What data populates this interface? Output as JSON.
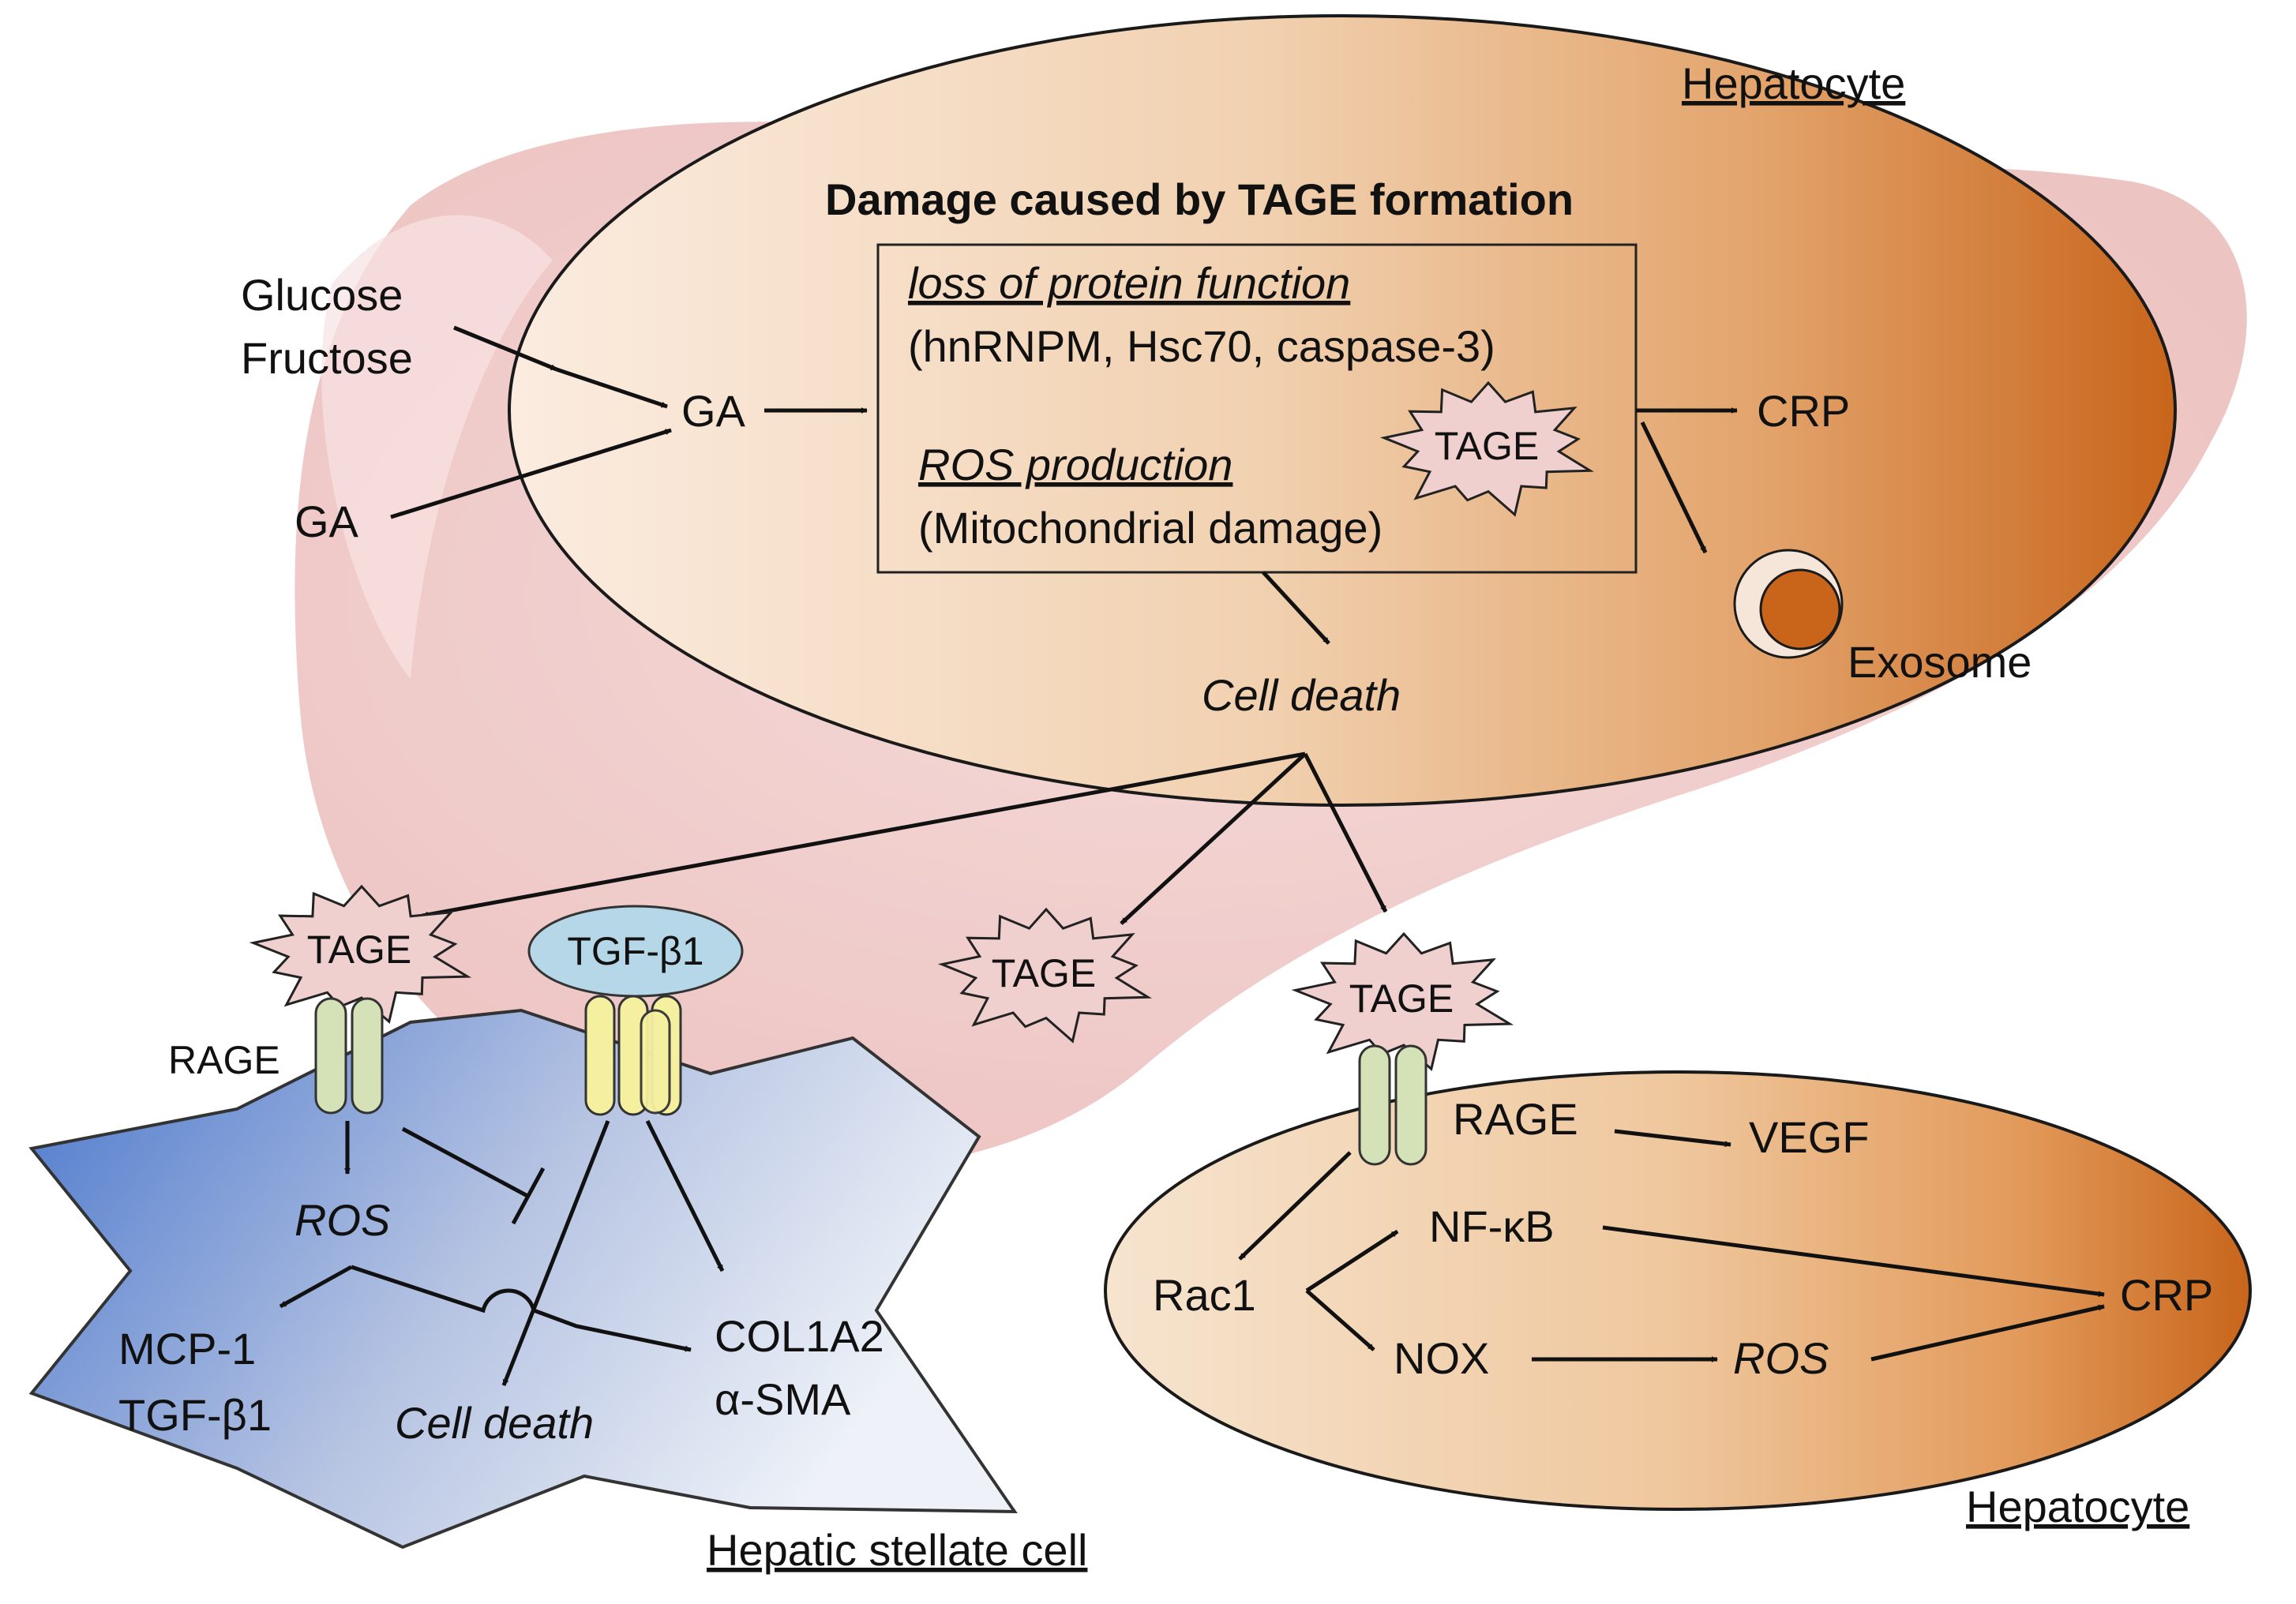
{
  "title": "Damage caused by TAGE formation",
  "colors": {
    "hepatocyte_dark": "#c8651b",
    "hepatocyte_light": "#f7e0c8",
    "stellate_dark": "#4a77cc",
    "stellate_light": "#e8edf5",
    "liver_background": "#e8b1ae",
    "tage_fill": "#f0cfcf",
    "receptor_fill": "#d5e2b8",
    "tgf_receptor_fill": "#f5f0a0",
    "tgf_ligand_fill": "#b6d7e7"
  },
  "top_cell": {
    "label": "Hepatocyte",
    "inputs": {
      "glucose": "Glucose",
      "fructose": "Fructose",
      "ga_external": "GA",
      "ga_internal": "GA"
    },
    "box": {
      "protein_heading": "loss of protein function",
      "protein_detail": "(hnRNPM, Hsc70, caspase-3)",
      "ros_heading": "ROS production",
      "ros_detail": "(Mitochondrial damage)",
      "tage": "TAGE"
    },
    "crp": "CRP",
    "exosome": "Exosome",
    "cell_death": "Cell death"
  },
  "released_tage": "TAGE",
  "stellate_cell": {
    "label": "Hepatic stellate cell",
    "tage": "TAGE",
    "rage": "RAGE",
    "tgf_ligand": "TGF-β1",
    "ros": "ROS",
    "mcp1": "MCP-1",
    "tgf_product": "TGF-β1",
    "col1a2": "COL1A2",
    "sma": "α-SMA",
    "cell_death": "Cell death"
  },
  "bottom_hepatocyte": {
    "label": "Hepatocyte",
    "tage": "TAGE",
    "rage": "RAGE",
    "vegf": "VEGF",
    "nfkb": "NF-κB",
    "rac1": "Rac1",
    "nox": "NOX",
    "ros": "ROS",
    "crp": "CRP"
  }
}
